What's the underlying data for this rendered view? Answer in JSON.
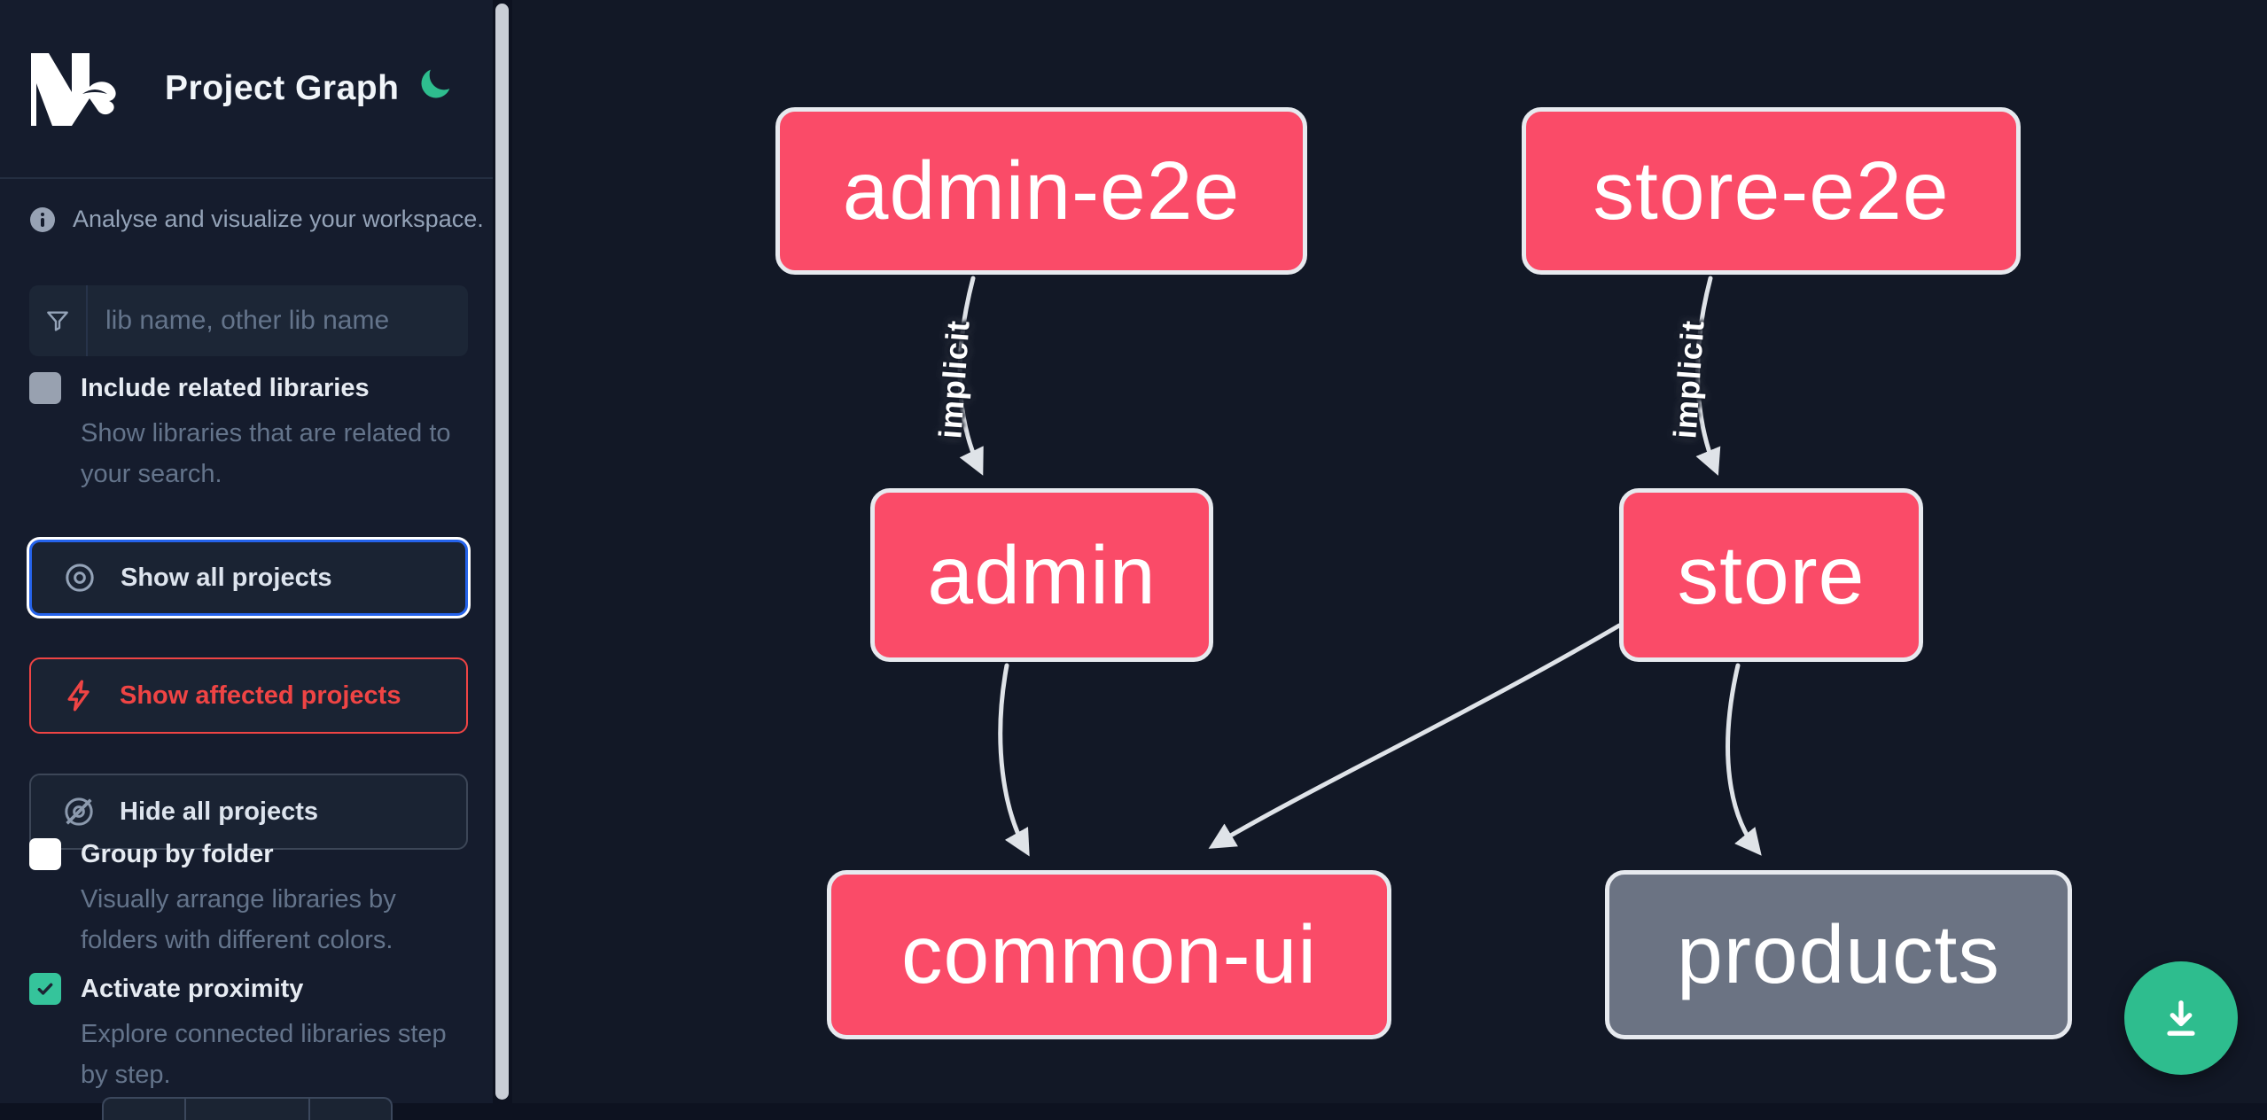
{
  "header": {
    "logo": "Nx",
    "title": "Project Graph"
  },
  "info": {
    "text": "Analyse and visualize your workspace."
  },
  "search": {
    "placeholder": "lib name, other lib name",
    "value": ""
  },
  "options": [
    {
      "label": "Include related libraries",
      "description": "Show libraries that are related to your search.",
      "checked": false
    },
    {
      "label": "Group by folder",
      "description": "Visually arrange libraries by folders with different colors.",
      "checked": false
    },
    {
      "label": "Activate proximity",
      "description": "Explore connected libraries step by step.",
      "checked": true
    }
  ],
  "actions": [
    {
      "label": "Show all projects"
    },
    {
      "label": "Show affected projects"
    },
    {
      "label": "Hide all projects"
    }
  ],
  "graph": {
    "nodes": [
      {
        "id": "admin-e2e",
        "label": "admin-e2e",
        "state": "affected"
      },
      {
        "id": "store-e2e",
        "label": "store-e2e",
        "state": "affected"
      },
      {
        "id": "admin",
        "label": "admin",
        "state": "affected"
      },
      {
        "id": "store",
        "label": "store",
        "state": "affected"
      },
      {
        "id": "common-ui",
        "label": "common-ui",
        "state": "affected"
      },
      {
        "id": "products",
        "label": "products",
        "state": "unaffected"
      }
    ],
    "edges": [
      {
        "from": "admin-e2e",
        "to": "admin",
        "label": "implicit"
      },
      {
        "from": "store-e2e",
        "to": "store",
        "label": "implicit"
      },
      {
        "from": "admin",
        "to": "common-ui",
        "label": ""
      },
      {
        "from": "store",
        "to": "common-ui",
        "label": ""
      },
      {
        "from": "store",
        "to": "products",
        "label": ""
      }
    ]
  },
  "fab": {
    "icon": "download-icon"
  },
  "colors": {
    "affected_node": "#fa4b68",
    "unaffected_node": "#6b7383",
    "node_border": "#e7eaef",
    "edge": "#dfe3e8",
    "accent_green": "#2ebd8e",
    "focus_blue": "#2563eb",
    "affected_red": "#ef4444",
    "background": "#121826",
    "sidebar_background": "#151c2d"
  }
}
